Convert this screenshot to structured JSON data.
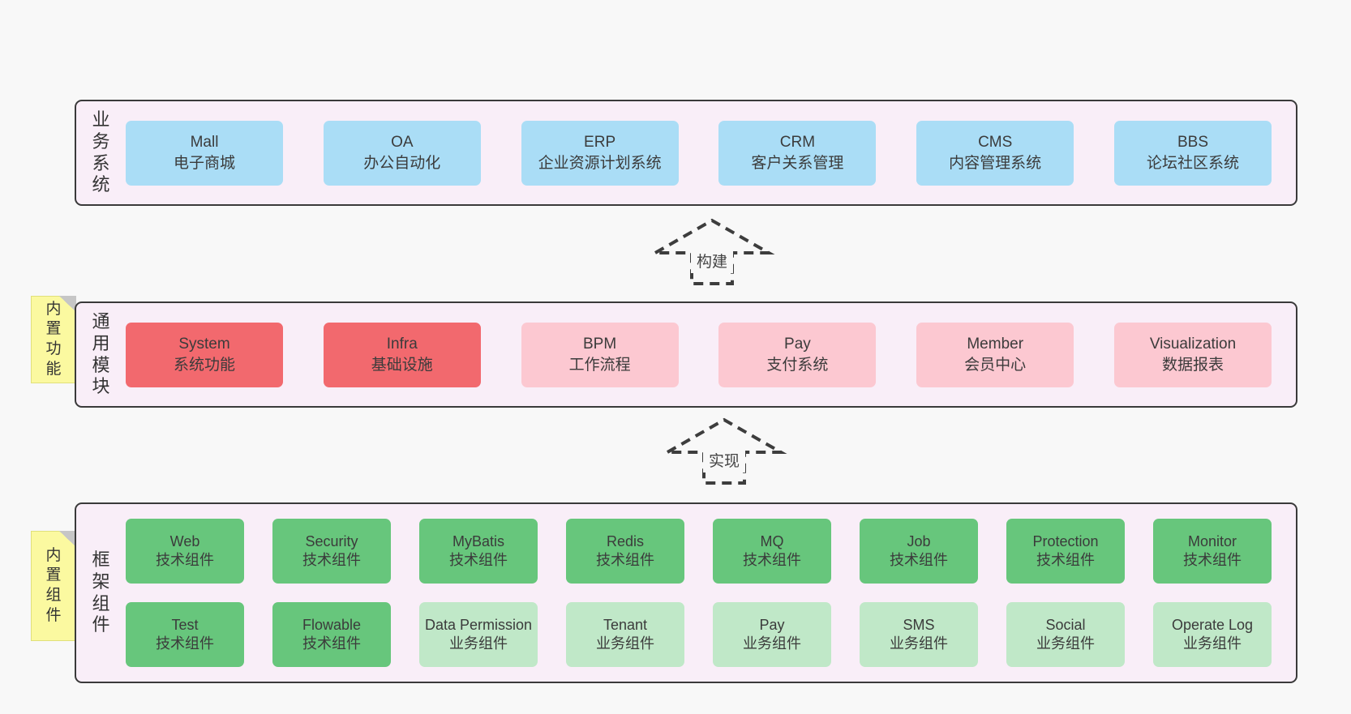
{
  "diagram": {
    "sections": {
      "business": {
        "label": "业务系统",
        "boxes": [
          {
            "title": "Mall",
            "subtitle": "电子商城"
          },
          {
            "title": "OA",
            "subtitle": "办公自动化"
          },
          {
            "title": "ERP",
            "subtitle": "企业资源计划系统"
          },
          {
            "title": "CRM",
            "subtitle": "客户关系管理"
          },
          {
            "title": "CMS",
            "subtitle": "内容管理系统"
          },
          {
            "title": "BBS",
            "subtitle": "论坛社区系统"
          }
        ]
      },
      "modules": {
        "label": "通用模块",
        "note": "内置功能",
        "boxes": [
          {
            "title": "System",
            "subtitle": "系统功能"
          },
          {
            "title": "Infra",
            "subtitle": "基础设施"
          },
          {
            "title": "BPM",
            "subtitle": "工作流程"
          },
          {
            "title": "Pay",
            "subtitle": "支付系统"
          },
          {
            "title": "Member",
            "subtitle": "会员中心"
          },
          {
            "title": "Visualization",
            "subtitle": "数据报表"
          }
        ]
      },
      "framework": {
        "label": "框架组件",
        "note": "内置组件",
        "row1": [
          {
            "title": "Web",
            "subtitle": "技术组件"
          },
          {
            "title": "Security",
            "subtitle": "技术组件"
          },
          {
            "title": "MyBatis",
            "subtitle": "技术组件"
          },
          {
            "title": "Redis",
            "subtitle": "技术组件"
          },
          {
            "title": "MQ",
            "subtitle": "技术组件"
          },
          {
            "title": "Job",
            "subtitle": "技术组件"
          },
          {
            "title": "Protection",
            "subtitle": "技术组件"
          },
          {
            "title": "Monitor",
            "subtitle": "技术组件"
          }
        ],
        "row2": [
          {
            "title": "Test",
            "subtitle": "技术组件"
          },
          {
            "title": "Flowable",
            "subtitle": "技术组件"
          },
          {
            "title": "Data Permission",
            "subtitle": "业务组件"
          },
          {
            "title": "Tenant",
            "subtitle": "业务组件"
          },
          {
            "title": "Pay",
            "subtitle": "业务组件"
          },
          {
            "title": "SMS",
            "subtitle": "业务组件"
          },
          {
            "title": "Social",
            "subtitle": "业务组件"
          },
          {
            "title": "Operate Log",
            "subtitle": "业务组件"
          }
        ]
      }
    },
    "arrows": {
      "build": "构建",
      "implement": "实现"
    },
    "colors": {
      "page_bg": "#f8f8f8",
      "container_bg": "#f9eef8",
      "container_border": "#3a3a3a",
      "blue_box": "#aaddf6",
      "red_box": "#f2696e",
      "pink_box": "#fcc8d1",
      "green_dark_box": "#67c67c",
      "green_light_box": "#c0e8c8",
      "note_yellow": "#fbf9a0",
      "note_fold_gray": "#c6c6c6"
    }
  }
}
